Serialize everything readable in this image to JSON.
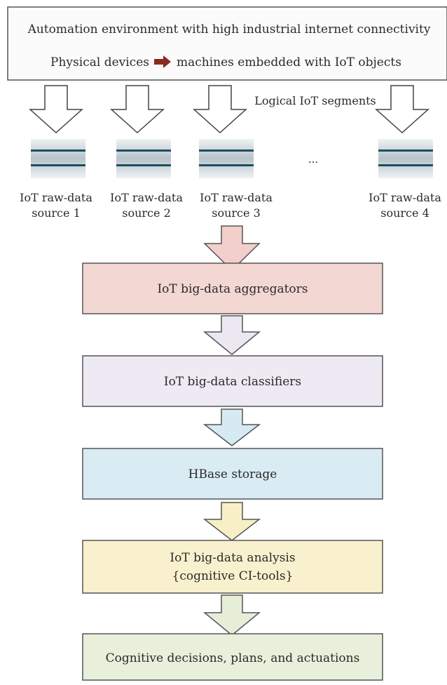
{
  "header": {
    "line1": "Automation environment with high industrial internet connectivity",
    "line2_left": "Physical devices",
    "line2_right": "machines embedded with IoT objects",
    "arrow_glyph": "right-arrow-icon"
  },
  "segments_label": "Logical IoT segments",
  "ellipsis": "...",
  "sources": [
    {
      "line1": "IoT raw-data",
      "line2": "source 1"
    },
    {
      "line1": "IoT raw-data",
      "line2": "source 2"
    },
    {
      "line1": "IoT raw-data",
      "line2": "source 3"
    },
    {
      "line1": "IoT raw-data",
      "line2": "source 4"
    }
  ],
  "stages": [
    {
      "id": "aggregators",
      "lines": [
        "IoT big-data aggregators"
      ],
      "fill": "#f3d7d3",
      "arrow_fill": "#f2cfcb"
    },
    {
      "id": "classifiers",
      "lines": [
        "IoT big-data classifiers"
      ],
      "fill": "#eeeaf3",
      "arrow_fill": "#ece8f2"
    },
    {
      "id": "storage",
      "lines": [
        "HBase storage"
      ],
      "fill": "#d9ebf3",
      "arrow_fill": "#d6eaf3"
    },
    {
      "id": "analysis",
      "lines": [
        "IoT big-data analysis",
        "{cognitive CI-tools}"
      ],
      "fill": "#f9f0cd",
      "arrow_fill": "#f8efc6"
    },
    {
      "id": "decisions",
      "lines": [
        "Cognitive decisions, plans, and actuations"
      ],
      "fill": "#e8f0dc",
      "arrow_fill": "#e6eed8"
    }
  ],
  "colors": {
    "border": "#555555",
    "header_fill": "#fbfbfb",
    "db_line": "#1f4e61",
    "db_fill_light": "#e9eef0",
    "db_fill_dark": "#a9b6bc"
  }
}
